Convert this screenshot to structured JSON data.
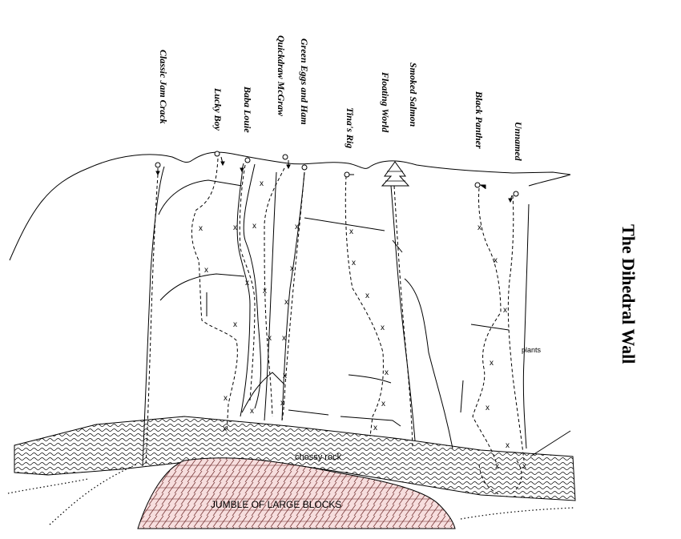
{
  "title": "The Dihedral Wall",
  "routes": [
    {
      "name": "Classic Jam Crack"
    },
    {
      "name": "Lucky Boy"
    },
    {
      "name": "Baba Louie"
    },
    {
      "name": "Quickdraw McGraw"
    },
    {
      "name": "Green Eggs and Ham"
    },
    {
      "name": "Tina's Rig"
    },
    {
      "name": "Floating World"
    },
    {
      "name": "Smoked Salmon"
    },
    {
      "name": "Black Panther"
    },
    {
      "name": "Unnamed"
    }
  ],
  "annotations": {
    "chossy": "chossy rock",
    "blocks": "JUMBLE OF LARGE BLOCKS",
    "plants": "plants"
  }
}
